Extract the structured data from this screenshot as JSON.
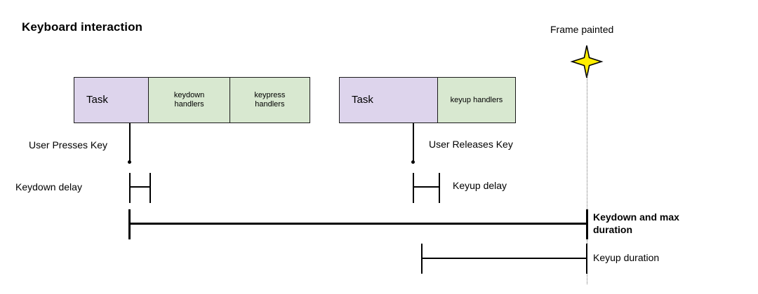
{
  "diagram": {
    "title": "Keyboard interaction",
    "type": "timeline-sequence-diagram"
  },
  "tracks": [
    {
      "name": "keydown-track",
      "segments": [
        {
          "label": "Task",
          "kind": "task",
          "color": "#ddd4ec"
        },
        {
          "label": "keydown\nhandlers",
          "line1": "keydown",
          "line2": "handlers",
          "kind": "handler",
          "color": "#d8e8d0"
        },
        {
          "label": "keypress\nhandlers",
          "line1": "keypress",
          "line2": "handlers",
          "kind": "handler",
          "color": "#d8e8d0"
        }
      ]
    },
    {
      "name": "keyup-track",
      "segments": [
        {
          "label": "Task",
          "kind": "task",
          "color": "#ddd4ec"
        },
        {
          "label": "keyup handlers",
          "line1": "keyup handlers",
          "line2": "",
          "kind": "handler",
          "color": "#d8e8d0"
        }
      ]
    }
  ],
  "events": {
    "press_label": "User Presses Key",
    "release_label": "User Releases Key",
    "frame_painted_label": "Frame painted",
    "frame_painted_icon": "four-pointed-star-icon",
    "star_color": "#ffee00",
    "star_stroke": "#000000"
  },
  "measures": [
    {
      "name": "keydown-delay",
      "label": "Keydown delay",
      "bold": false
    },
    {
      "name": "keyup-delay",
      "label": "Keyup delay",
      "bold": false
    },
    {
      "name": "keydown-max-duration",
      "label": "Keydown and max duration",
      "line1": "Keydown and max",
      "line2": "duration",
      "bold": true
    },
    {
      "name": "keyup-duration",
      "label": "Keyup duration",
      "bold": false
    }
  ],
  "colors": {
    "task_fill": "#ddd4ec",
    "handler_fill": "#d8e8d0",
    "stroke": "#1a1a1a",
    "guide": "#6f6f6f",
    "text": "#000000"
  }
}
